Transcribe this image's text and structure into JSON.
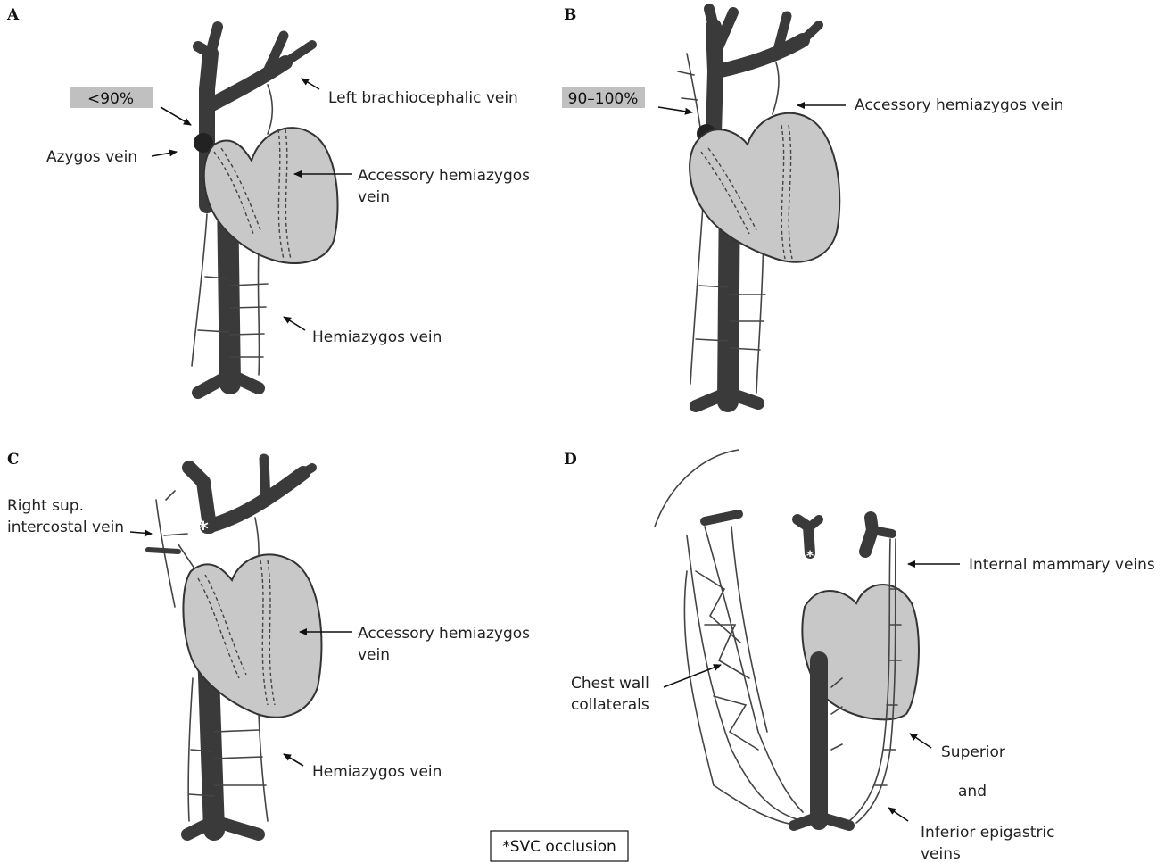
{
  "panels": {
    "A": {
      "letter": "A",
      "badge": "<90%",
      "labels": {
        "left_brachiocephalic": "Left brachiocephalic vein",
        "azygos": "Azygos vein",
        "accessory_1": "Accessory hemiazygos",
        "accessory_2": "vein",
        "hemiazygos": "Hemiazygos vein"
      }
    },
    "B": {
      "letter": "B",
      "badge": "90–100%",
      "labels": {
        "accessory": "Accessory hemiazygos vein"
      }
    },
    "C": {
      "letter": "C",
      "labels": {
        "right_sup_1": "Right sup.",
        "right_sup_2": "intercostal vein",
        "accessory_1": "Accessory hemiazygos",
        "accessory_2": "vein",
        "hemiazygos": "Hemiazygos vein",
        "asterisk": "*"
      }
    },
    "D": {
      "letter": "D",
      "labels": {
        "internal_mammary": "Internal mammary veins",
        "chest_wall_1": "Chest wall",
        "chest_wall_2": "collaterals",
        "superior": "Superior",
        "and": "and",
        "inferior_1": "Inferior epigastric",
        "inferior_2": "veins",
        "asterisk": "*"
      }
    }
  },
  "note": "*SVC occlusion",
  "colors": {
    "vein": "#555555",
    "heart": "#c8c8c8",
    "badge": "#c0c0c0"
  }
}
